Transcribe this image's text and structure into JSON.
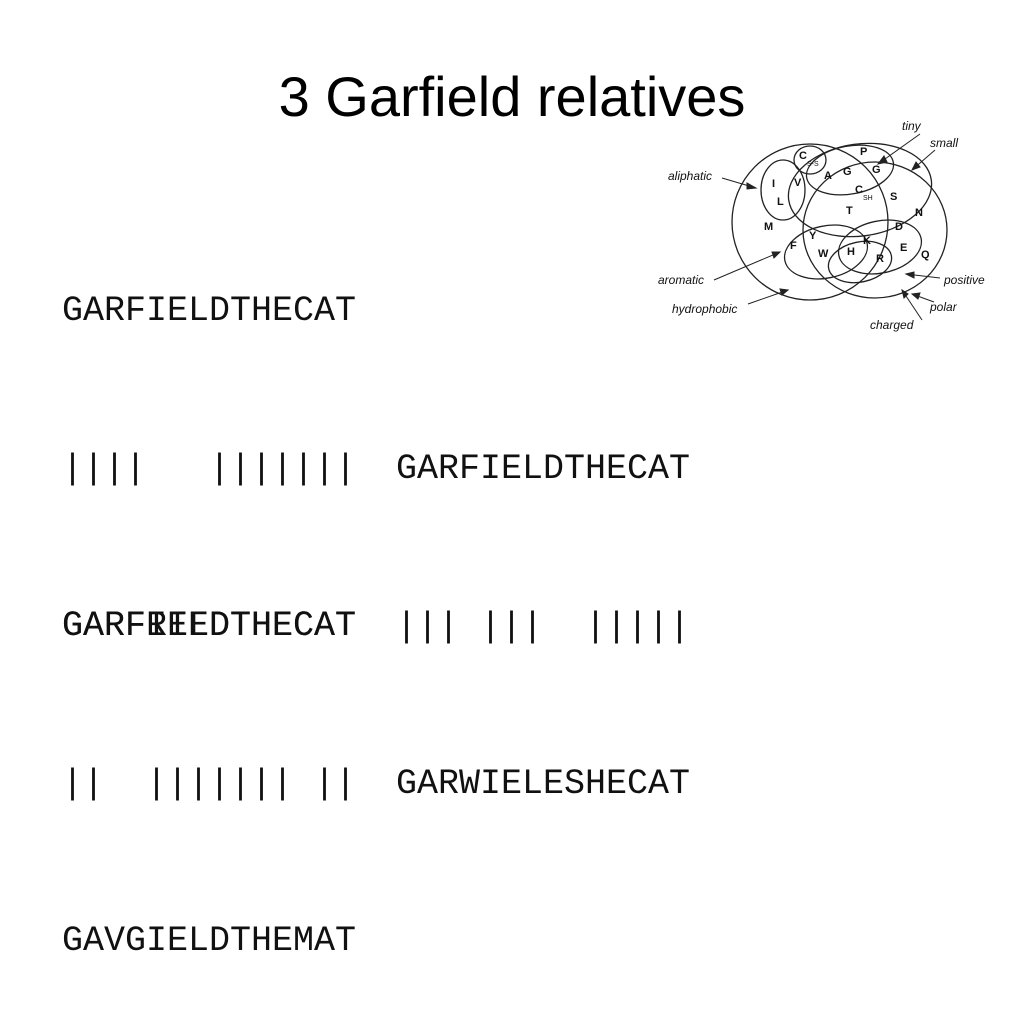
{
  "slide": {
    "title": "3 Garfield relatives"
  },
  "alignments": [
    {
      "seq1": "GARFIELDTHECAT",
      "match": "||||   |||||||",
      "seq2": "GARFRIEDTHECAT"
    },
    {
      "seq1": "GARFIELDTHECAT",
      "match": "||| |||  |||||",
      "seq2": "GARWIELESHECAT"
    },
    {
      "seq1": "GARFIELDTHECAT",
      "match": "||  ||||||| ||",
      "seq2": "GAVGIELDTHEMAT"
    }
  ],
  "venn_diagram": {
    "set_labels": {
      "tiny": "tiny",
      "small": "small",
      "aliphatic": "aliphatic",
      "aromatic": "aromatic",
      "hydrophobic": "hydrophobic",
      "charged": "charged",
      "polar": "polar",
      "positive": "positive"
    },
    "residues": {
      "P": "P",
      "G": "G",
      "A": "A",
      "C": "C",
      "I": "I",
      "V": "V",
      "L": "L",
      "S": "S",
      "T": "T",
      "N": "N",
      "D": "D",
      "M": "M",
      "F": "F",
      "Y": "Y",
      "W": "W",
      "H": "H",
      "K": "K",
      "R": "R",
      "E": "E",
      "Q": "Q",
      "ss": "S-S",
      "sh": "SH"
    }
  }
}
